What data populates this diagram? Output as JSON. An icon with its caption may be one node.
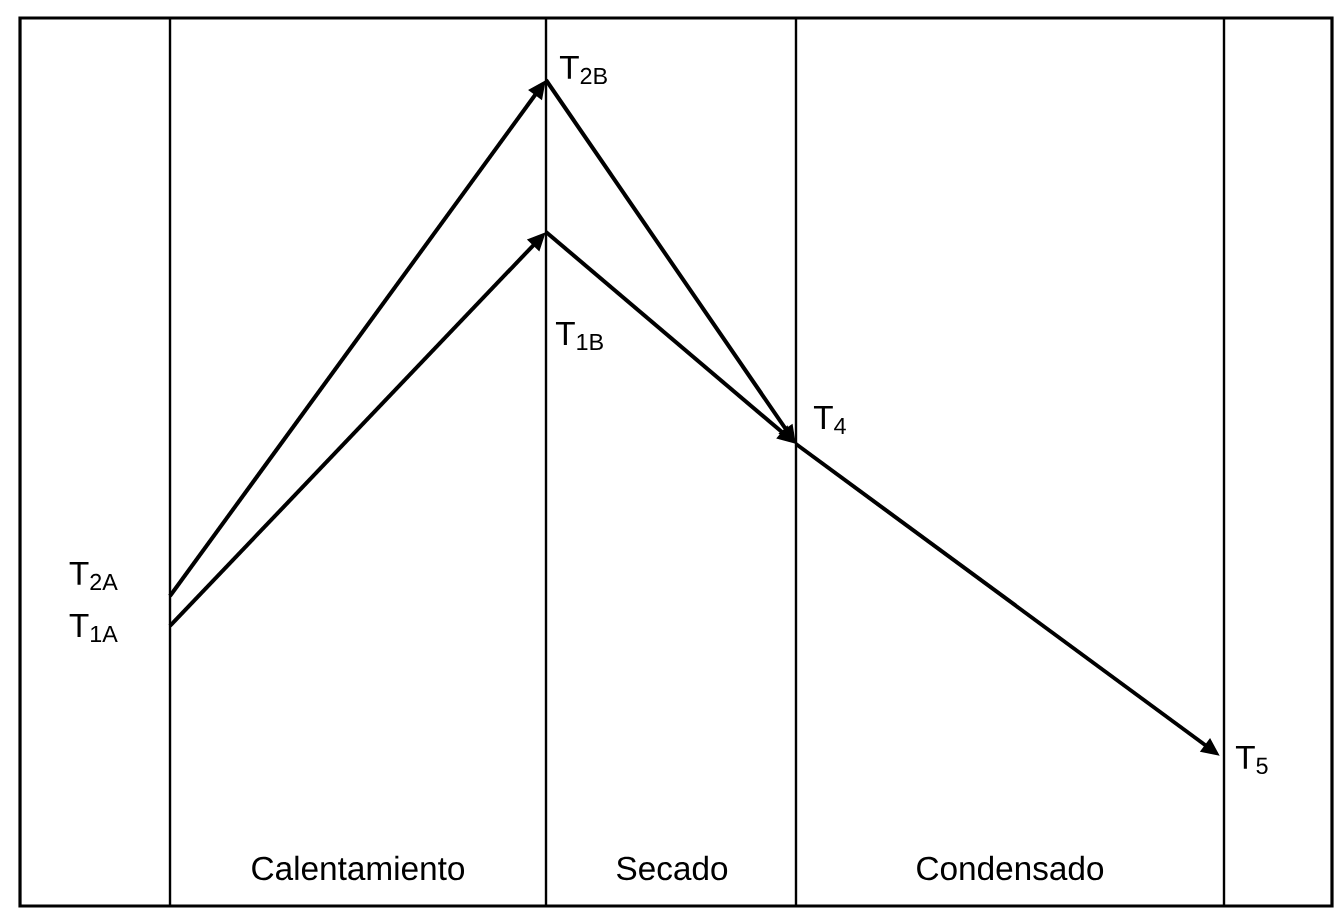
{
  "diagram": {
    "nodes": [
      {
        "text": [
          "T$_{2A}$"
        ]
      },
      {
        "text": [
          "T$_{1A}$"
        ]
      },
      {
        "text": [
          "T$_{2B}$"
        ]
      },
      {
        "text": [
          "T$_{1B}$"
        ]
      },
      {
        "text": [
          "T$_{4}$"
        ]
      },
      {
        "text": [
          "T$_{5}$"
        ]
      }
    ],
    "edges": [
      {
        "from": 0,
        "to": 2,
        "arrow": "to"
      },
      {
        "from": 1,
        "to": 3,
        "arrow": "to"
      },
      {
        "from": 2,
        "to": 4,
        "arrow": "to"
      },
      {
        "from": 3,
        "to": 4,
        "arrow": "to"
      },
      {
        "from": 4,
        "to": 5,
        "arrow": "to"
      }
    ],
    "labels": [
      "Calentamiento",
      "Secado",
      "Condensado"
    ]
  }
}
